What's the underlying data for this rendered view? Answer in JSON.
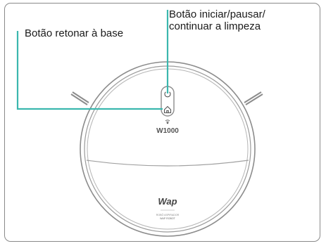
{
  "callouts": {
    "return_to_base": "Botão retonar à base",
    "start_pause_line1": "Botão iniciar/pausar/",
    "start_pause_line2": "continuar a limpeza"
  },
  "device": {
    "model": "W1000",
    "brand": "Wap",
    "sub_brand_line1": "ROBÔ ASPIRADOR",
    "sub_brand_line2": "WAP ROBOT"
  },
  "colors": {
    "callout_line": "#3bb7ae",
    "outline": "#8c8c8c"
  },
  "icons": [
    "power-icon",
    "home-icon",
    "wifi-icon"
  ]
}
